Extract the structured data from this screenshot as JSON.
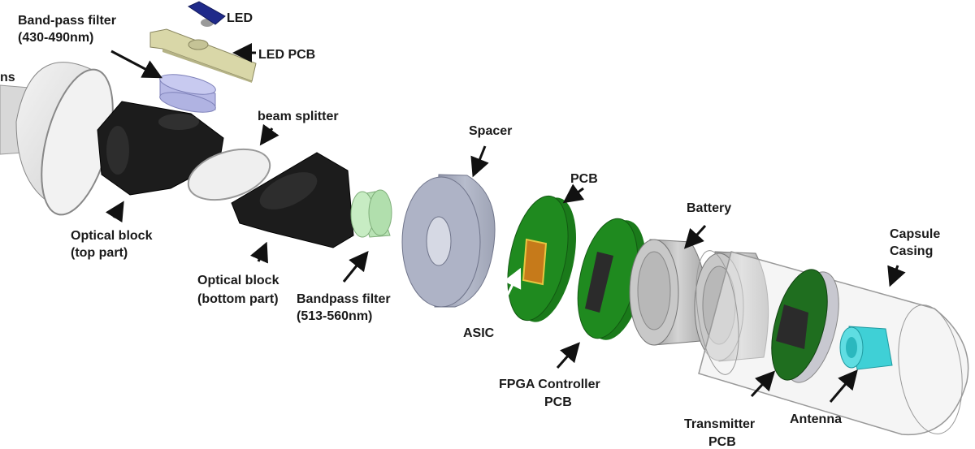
{
  "diagram": {
    "type": "exploded-view",
    "subject": "capsule device assembly",
    "colors": {
      "optical_block": "#1c1c1c",
      "led": "#1f2a8a",
      "led_pcb": "#d9d7a8",
      "blue_filter": "#b7b9e6",
      "green_filter": "#b9e3b5",
      "spacer": "#a9aec0",
      "pcb": "#1f8a1f",
      "battery": "#bdbdbd",
      "antenna": "#3fd0d6",
      "casing": "#e8e8e8"
    },
    "labels": {
      "lens": "ns",
      "band_pass_filter_line1": "Band-pass filter",
      "band_pass_filter_line2": "(430-490nm)",
      "led": "LED",
      "led_pcb": "LED PCB",
      "beam_splitter": "beam splitter",
      "optical_block_top_line1": "Optical block",
      "optical_block_top_line2": "(top part)",
      "optical_block_bottom_line1": "Optical block",
      "optical_block_bottom_line2": "(bottom part)",
      "bandpass_filter_line1": "Bandpass filter",
      "bandpass_filter_line2": "(513-560nm)",
      "spacer": "Spacer",
      "pcb": "PCB",
      "asic": "ASIC",
      "fpga_line1": "FPGA Controller",
      "fpga_line2": "PCB",
      "battery": "Battery",
      "capsule_casing_line1": "Capsule",
      "capsule_casing_line2": "Casing",
      "transmitter_line1": "Transmitter",
      "transmitter_line2": "PCB",
      "antenna": "Antenna"
    }
  }
}
